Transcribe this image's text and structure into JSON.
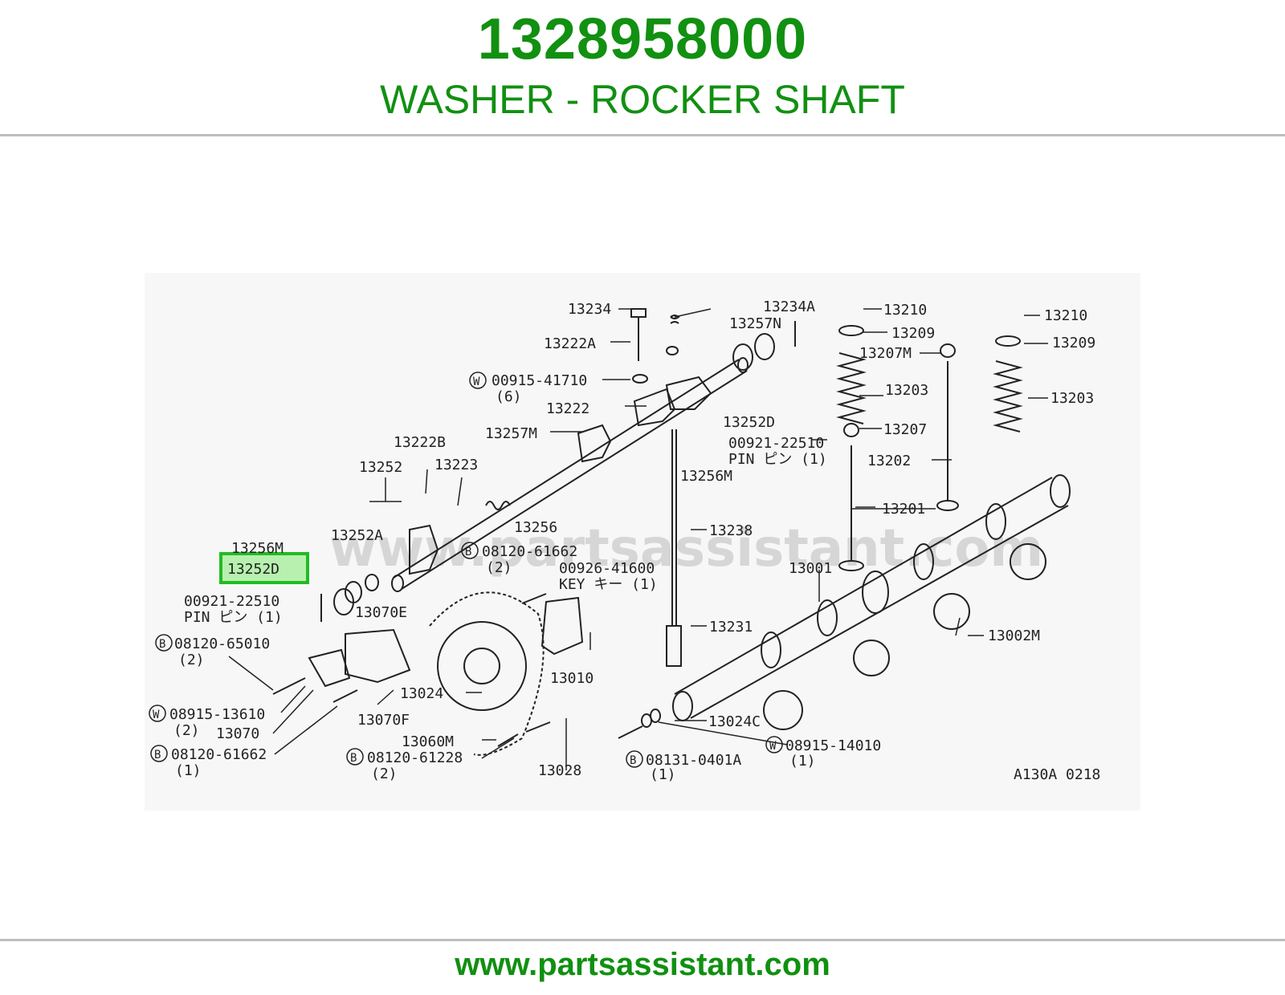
{
  "header": {
    "part_number": "1328958000",
    "description": "WASHER - ROCKER SHAFT"
  },
  "diagram": {
    "watermark": "www.partsassistant.com",
    "ref_code": "A130A 0218",
    "highlighted_label": "13252D",
    "labels": {
      "l13234": "13234",
      "l13234A": "13234A",
      "l13257N": "13257N",
      "l13222A": "13222A",
      "l00915_41710": "00915-41710",
      "l00915_qty": "(6)",
      "l13222": "13222",
      "l13252D_top": "13252D",
      "l13257M": "13257M",
      "l00921_top": "00921-22510",
      "l00921_top_pin": "PIN ピン (1)",
      "l13222B": "13222B",
      "l13256M_top": "13256M",
      "l13252": "13252",
      "l13223": "13223",
      "l13256": "13256",
      "l13252A": "13252A",
      "l13256M": "13256M",
      "l08120_61662_top": "08120-61662",
      "l08120_61662_top_qty": "(2)",
      "l00926": "00926-41600",
      "l00926_key": "KEY キー (1)",
      "l00921_left": "00921-22510",
      "l00921_left_pin": "PIN ピン (1)",
      "l13070E": "13070E",
      "l08120_65010": "08120-65010",
      "l08120_65010_qty": "(2)",
      "l13238": "13238",
      "l13231": "13231",
      "l13010": "13010",
      "l13024": "13024",
      "l08915_13610": "08915-13610",
      "l08915_13610_qty": "(2)",
      "l13070F": "13070F",
      "l13070": "13070",
      "l13060M": "13060M",
      "l08120_61662_bot": "08120-61662",
      "l08120_61662_bot_qty": "(1)",
      "l08120_61228": "08120-61228",
      "l08120_61228_qty": "(2)",
      "l13028": "13028",
      "l08131": "08131-0401A",
      "l08131_qty": "(1)",
      "l08915_14010": "08915-14010",
      "l08915_14010_qty": "(1)",
      "l13024C": "13024C",
      "l13210_a": "13210",
      "l13209_a": "13209",
      "l13207M": "13207M",
      "l13203_a": "13203",
      "l13207": "13207",
      "l13202": "13202",
      "l13201": "13201",
      "l13001": "13001",
      "l13210_b": "13210",
      "l13209_b": "13209",
      "l13203_b": "13203",
      "l13002M": "13002M"
    }
  },
  "footer": {
    "url": "www.partsassistant.com"
  },
  "colors": {
    "brand_green": "#119011",
    "highlight_border": "#22bb22",
    "highlight_fill": "#b8f0b0"
  }
}
